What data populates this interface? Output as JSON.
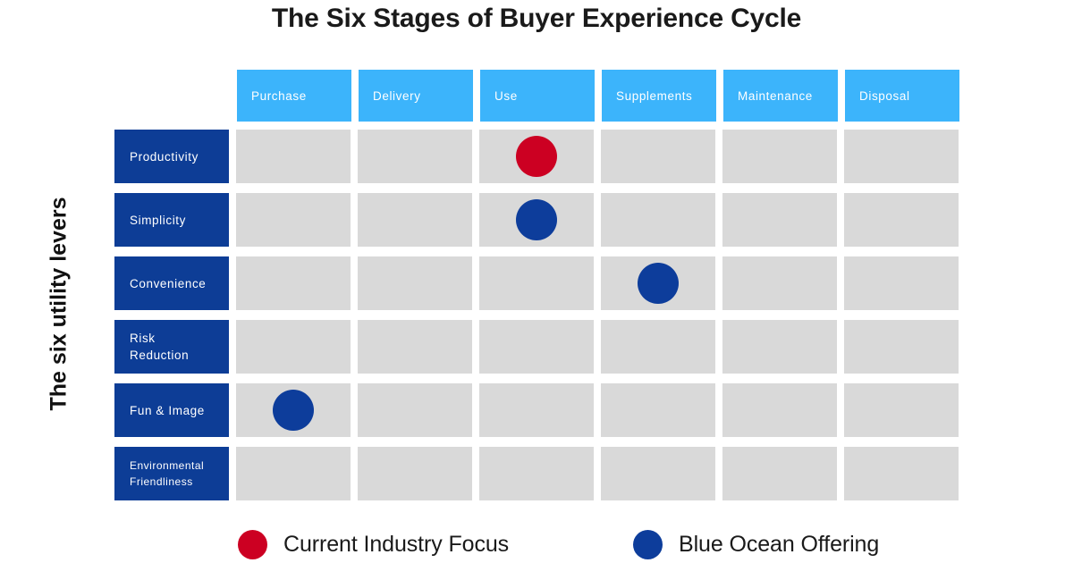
{
  "title": "The Six Stages of Buyer Experience Cycle",
  "y_axis_label": "The six utility levers",
  "chart_data": {
    "type": "table",
    "title": "The Six Stages of Buyer Experience Cycle",
    "xlabel": "",
    "ylabel": "The six utility levers",
    "categories": [
      "Purchase",
      "Delivery",
      "Use",
      "Supplements",
      "Maintenance",
      "Disposal"
    ],
    "rows": [
      {
        "label": "Productivity",
        "lines": [
          "Productivity"
        ],
        "small": false,
        "cells": [
          "",
          "",
          "red",
          "",
          "",
          ""
        ]
      },
      {
        "label": "Simplicity",
        "lines": [
          "Simplicity"
        ],
        "small": false,
        "cells": [
          "",
          "",
          "blue",
          "",
          "",
          ""
        ]
      },
      {
        "label": "Convenience",
        "lines": [
          "Convenience"
        ],
        "small": false,
        "cells": [
          "",
          "",
          "",
          "blue",
          "",
          ""
        ]
      },
      {
        "label": "Risk Reduction",
        "lines": [
          "Risk",
          "Reduction"
        ],
        "small": false,
        "cells": [
          "",
          "",
          "",
          "",
          "",
          ""
        ]
      },
      {
        "label": "Fun & Image",
        "lines": [
          "Fun & Image"
        ],
        "small": false,
        "cells": [
          "blue",
          "",
          "",
          "",
          "",
          ""
        ]
      },
      {
        "label": "Environmental Friendliness",
        "lines": [
          "Environmental",
          "Friendliness"
        ],
        "small": true,
        "cells": [
          "",
          "",
          "",
          "",
          "",
          ""
        ]
      }
    ],
    "markers": [
      {
        "row": "Productivity",
        "column": "Use",
        "series": "Current Industry Focus",
        "color": "#cc0022"
      },
      {
        "row": "Simplicity",
        "column": "Use",
        "series": "Blue Ocean Offering",
        "color": "#0d3d9b"
      },
      {
        "row": "Convenience",
        "column": "Supplements",
        "series": "Blue Ocean Offering",
        "color": "#0d3d9b"
      },
      {
        "row": "Fun & Image",
        "column": "Purchase",
        "series": "Blue Ocean Offering",
        "color": "#0d3d9b"
      }
    ],
    "legend": [
      {
        "label": "Current Industry Focus",
        "color": "#cc0022"
      },
      {
        "label": "Blue Ocean Offering",
        "color": "#0d3d9b"
      }
    ],
    "legend_position": "bottom",
    "grid": true
  },
  "colors": {
    "header_blue": "#3cb4fb",
    "row_label_blue": "#0d3d96",
    "cell_gray": "#d9d9d9",
    "marker_red": "#cc0022",
    "marker_blue": "#0d3d9b",
    "background": "#ffffff",
    "text_dark": "#1a1a1a"
  },
  "legend": {
    "current": "Current Industry Focus",
    "blueocean": "Blue Ocean Offering"
  }
}
